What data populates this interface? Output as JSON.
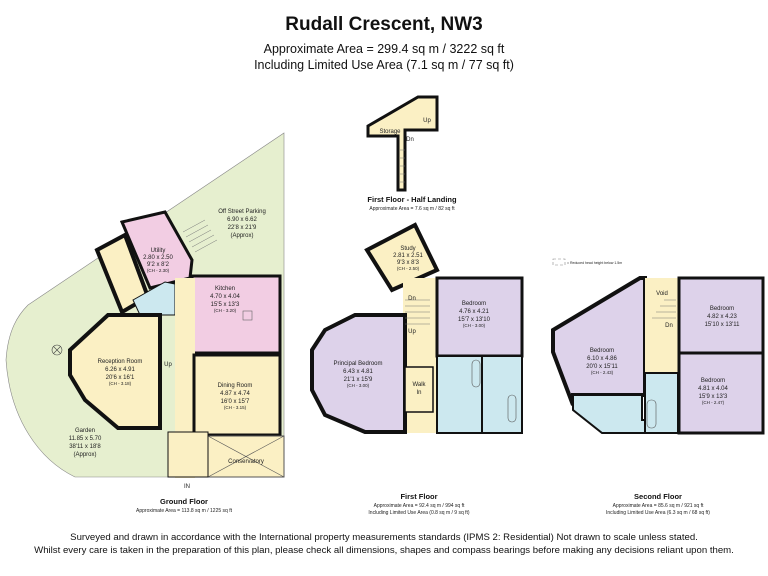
{
  "header": {
    "title": "Rudall Crescent, NW3",
    "area": "Approximate Area = 299.4 sq m / 3222 sq ft",
    "limited_use": "Including Limited Use Area (7.1 sq m / 77 sq ft)"
  },
  "colors": {
    "garden": "#e6efcf",
    "hall": "#fbf0c4",
    "kitchen": "#f2cde3",
    "bedroom": "#ddd2ea",
    "bathroom": "#cce8ef",
    "wall": "#111111"
  },
  "legend": {
    "label": "= Reduced head height below 1.5m"
  },
  "floors": {
    "ground": {
      "name": "Ground Floor",
      "area": "Approximate Area = 113.8 sq m / 1225 sq ft",
      "rooms": [
        {
          "name": "Off Street Parking",
          "metric": "6.90 x 6.62",
          "imperial": "22'8 x 21'9",
          "note": "(Approx)"
        },
        {
          "name": "Utility",
          "metric": "2.80 x 2.50",
          "imperial": "9'2 x 8'2",
          "note": "(CH - 2.30)"
        },
        {
          "name": "Kitchen",
          "metric": "4.70 x 4.04",
          "imperial": "15'5 x 13'3",
          "note": "(CH - 3.20)"
        },
        {
          "name": "Reception Room",
          "metric": "6.26 x 4.91",
          "imperial": "20'6 x 16'1",
          "note": "(CH - 3.18)"
        },
        {
          "name": "Dining Room",
          "metric": "4.87 x 4.74",
          "imperial": "16'0 x 15'7",
          "note": "(CH - 3.15)"
        },
        {
          "name": "Garden",
          "metric": "11.85 x 5.70",
          "imperial": "38'11 x 18'8",
          "note": "(Approx)"
        },
        {
          "name": "Conservatory"
        }
      ],
      "labels": {
        "up": "Up",
        "entrance": "IN"
      }
    },
    "half_landing": {
      "name": "First Floor - Half Landing",
      "area": "Approximate Area = 7.6 sq m / 82 sq ft",
      "labels": {
        "storage": "Storage",
        "up": "Up",
        "dn": "Dn"
      }
    },
    "first": {
      "name": "First Floor",
      "area": "Approximate Area = 92.4 sq m / 994 sq ft",
      "limited_use": "Including Limited Use Area (0.8 sq m / 9 sq ft)",
      "rooms": [
        {
          "name": "Study",
          "metric": "2.81 x 2.51",
          "imperial": "9'3 x 8'3",
          "note": "(CH - 2.50)"
        },
        {
          "name": "Bedroom",
          "metric": "4.76 x 4.21",
          "imperial": "15'7 x 13'10",
          "note": "(CH - 3.00)"
        },
        {
          "name": "Principal Bedroom",
          "metric": "6.43 x 4.81",
          "imperial": "21'1 x 15'9",
          "note": "(CH - 3.00)"
        },
        {
          "name": "Walk",
          "line2": "In"
        }
      ],
      "labels": {
        "up": "Up",
        "dn": "Dn"
      }
    },
    "second": {
      "name": "Second Floor",
      "area": "Approximate Area = 85.6 sq m / 921 sq ft",
      "limited_use": "Including Limited Use Area (6.3 sq m / 68 sq ft)",
      "rooms": [
        {
          "name": "Void"
        },
        {
          "name": "Bedroom",
          "metric": "4.82 x 4.23",
          "imperial": "15'10 x 13'11"
        },
        {
          "name": "Bedroom",
          "metric": "6.10 x 4.86",
          "imperial": "20'0 x 15'11",
          "note": "(CH - 2.43)"
        },
        {
          "name": "Bedroom",
          "metric": "4.81 x 4.04",
          "imperial": "15'9 x 13'3",
          "note": "(CH - 2.47)"
        }
      ],
      "labels": {
        "dn": "Dn"
      }
    }
  },
  "footer": {
    "line1": "Surveyed and drawn in accordance with the International property measurements standards (IPMS 2: Residential) Not drawn to scale unless stated.",
    "line2": "Whilst every care is taken in the preparation of this plan, please check all dimensions, shapes and compass bearings before making any decisions reliant upon them."
  }
}
